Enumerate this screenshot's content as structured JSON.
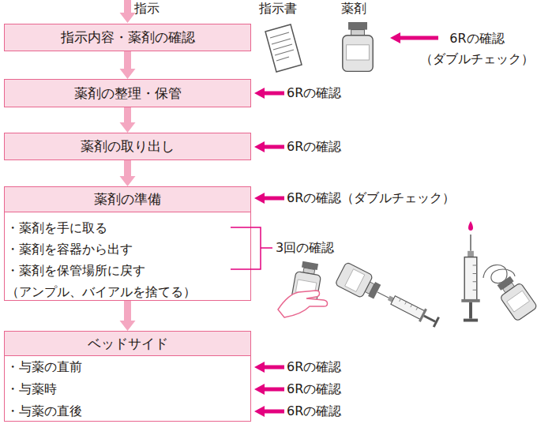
{
  "diagram": {
    "nodes": [
      {
        "text": [
          "指示内容・薬剤の確認"
        ]
      },
      {
        "text": [
          "薬剤の整理・保管"
        ]
      },
      {
        "text": [
          "薬剤の取り出し"
        ]
      },
      {
        "text": [
          "薬剤の準備",
          "・薬剤を手に取る",
          "・薬剤を容器から出す",
          "・薬剤を保管場所に戻す （アンプル、バイアルを捨てる）"
        ]
      },
      {
        "text": [
          "ベッドサイド",
          "・与薬の直前",
          "・与薬時",
          "・与薬の直後"
        ]
      }
    ],
    "edges": [
      {
        "from": 0,
        "to": 1,
        "arrow": "to"
      },
      {
        "from": 1,
        "to": 2,
        "arrow": "to"
      },
      {
        "from": 2,
        "to": 3,
        "arrow": "to"
      },
      {
        "from": 3,
        "to": 4,
        "arrow": "to"
      }
    ],
    "labels": [
      "指示",
      "指示書",
      "薬剤",
      "6Rの確認 （ダブルチェック）",
      "6Rの確認",
      "6Rの確認",
      "6Rの確認（ダブルチェック）",
      "3回の確認",
      "6Rの確認",
      "6Rの確認",
      "6Rの確認"
    ]
  }
}
